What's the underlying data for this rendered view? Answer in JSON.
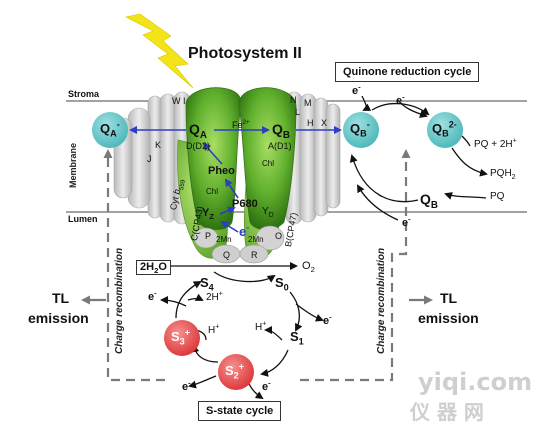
{
  "title": "Photosystem II",
  "regions": {
    "stroma": "Stroma",
    "membrane": "Membrane",
    "lumen": "Lumen"
  },
  "quinone_box": "Quinone reduction cycle",
  "sstate_box": "S-state cycle",
  "qa_minus": {
    "main": "Q",
    "sub": "A",
    "sup": "-"
  },
  "qb_minus": {
    "main": "Q",
    "sub": "B",
    "sup": "-"
  },
  "qb2_minus": {
    "main": "Q",
    "sub": "B",
    "sup": "2-"
  },
  "qa_center": {
    "main": "Q",
    "sub": "A"
  },
  "qb_center": {
    "main": "Q",
    "sub": "B"
  },
  "qb_out": {
    "main": "Q",
    "sub": "B"
  },
  "fe": {
    "main": "Fe",
    "sup": "2+"
  },
  "d_d2": "D(D2)",
  "a_d1": "A(D1)",
  "pheo": "Pheo",
  "chl_left": "Chl",
  "chl_right": "Chl",
  "p680": "P680",
  "yz": {
    "main": "Y",
    "sub": "Z"
  },
  "yd": {
    "main": "Y",
    "sub": "D"
  },
  "mn_left": "2Mn",
  "mn_right": "2Mn",
  "e_minus": "e",
  "e_sup": "-",
  "subunits": {
    "W": "W",
    "I": "I",
    "N": "N",
    "M": "M",
    "L": "L",
    "H": "H",
    "X": "X",
    "K": "K",
    "J": "J",
    "P": "P",
    "O": "O",
    "Q": "Q",
    "R": "R"
  },
  "cp43": "C(CP43)",
  "cp47": "B(CP47)",
  "cytb": {
    "main": "Cyt ",
    "italic": "b",
    "sub": "559"
  },
  "water": {
    "main": "2H",
    "sub": "2",
    "tail": "O"
  },
  "o2": {
    "main": "O",
    "sub": "2"
  },
  "s4": {
    "main": "S",
    "sub": "4"
  },
  "s0": {
    "main": "S",
    "sub": "0"
  },
  "s1": {
    "main": "S",
    "sub": "1"
  },
  "s2": {
    "main": "S",
    "sub": "2",
    "sup": "+"
  },
  "s3": {
    "main": "S",
    "sub": "3",
    "sup": "+"
  },
  "h_plus": {
    "main": "H",
    "sup": "+"
  },
  "two_h_plus": {
    "main": "2H",
    "sup": "+"
  },
  "pq_2h": {
    "main": "PQ + 2H",
    "sup": "+"
  },
  "pqh2": {
    "main": "PQH",
    "sub": "2"
  },
  "pq": "PQ",
  "charge_recombination": "Charge recombination",
  "tl_emission": {
    "line1": "TL",
    "line2": "emission"
  },
  "watermark": {
    "latin": "yiqi.com",
    "cjk": "仪 器 网"
  },
  "colors": {
    "cyan": "#5cc6c8",
    "red": "#e8474a",
    "arrow_blue": "#2b3fc0",
    "green_dark": "#3f8a1a",
    "green_light": "#8fcf4a",
    "gray": "#c9c9c9",
    "bolt": "#f3e41a"
  }
}
